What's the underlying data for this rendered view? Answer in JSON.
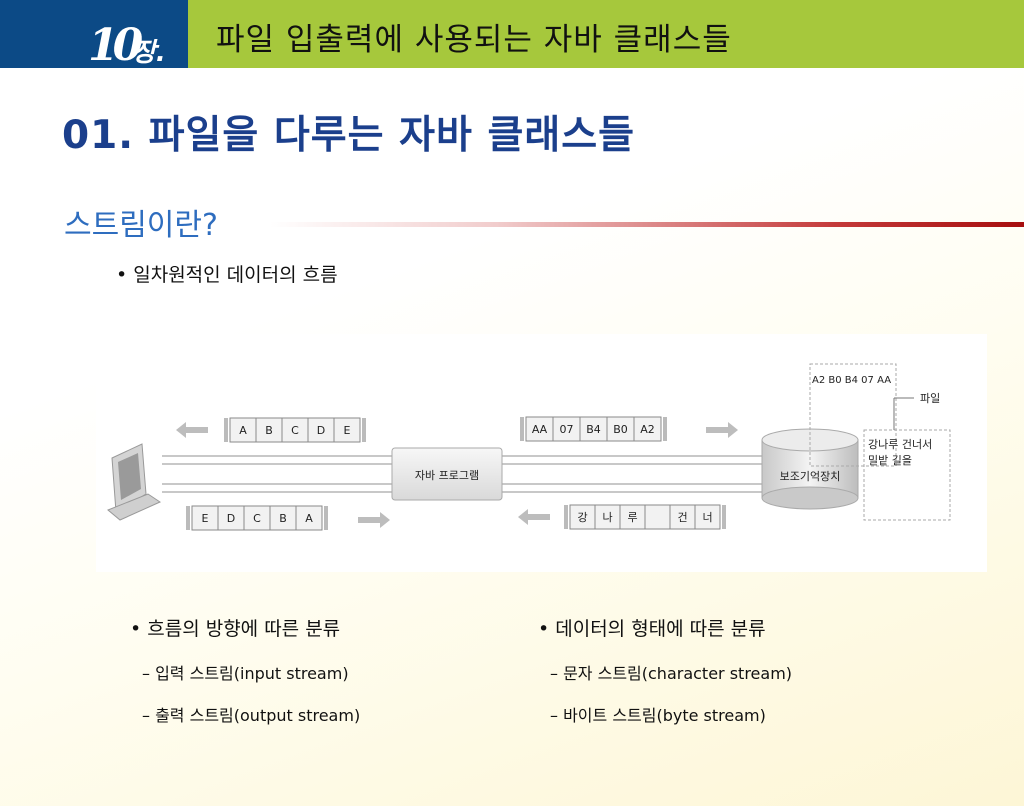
{
  "header": {
    "chapter_number": "10",
    "chapter_suffix": "장.",
    "title": "파일 입출력에 사용되는 자바 클래스들"
  },
  "page_title": "01. 파일을 다루는 자바 클래스들",
  "section": {
    "title": "스트림이란?",
    "bullet": "• 일차원적인 데이터의 흐름"
  },
  "diagram": {
    "program_label": "자바 프로그램",
    "storage_label": "보조기억장치",
    "file_hex": "A2 B0 B4 07 AA",
    "file_label": "파일",
    "file_text_line1": "강나루 건너서",
    "file_text_line2": "밀밭 길을",
    "left_top_cells": [
      "A",
      "B",
      "C",
      "D",
      "E"
    ],
    "left_bottom_cells": [
      "E",
      "D",
      "C",
      "B",
      "A"
    ],
    "right_top_cells": [
      "AA",
      "07",
      "B4",
      "B0",
      "A2"
    ],
    "right_bottom_cells": [
      "강",
      "나",
      "루",
      "",
      "건",
      "너"
    ]
  },
  "classification": {
    "direction": {
      "title": "• 흐름의 방향에 따른 분류",
      "items": [
        "– 입력 스트림(input stream)",
        "– 출력 스트림(output stream)"
      ]
    },
    "form": {
      "title": "• 데이터의 형태에 따른 분류",
      "items": [
        "– 문자 스트림(character stream)",
        "– 바이트 스트림(byte stream)"
      ]
    }
  },
  "colors": {
    "chapter_box": "#0c4a86",
    "header_band": "#a6c83c",
    "page_title": "#1b3f8c",
    "section_title": "#2e6dbf",
    "rule_accent": "#a60e0e"
  }
}
